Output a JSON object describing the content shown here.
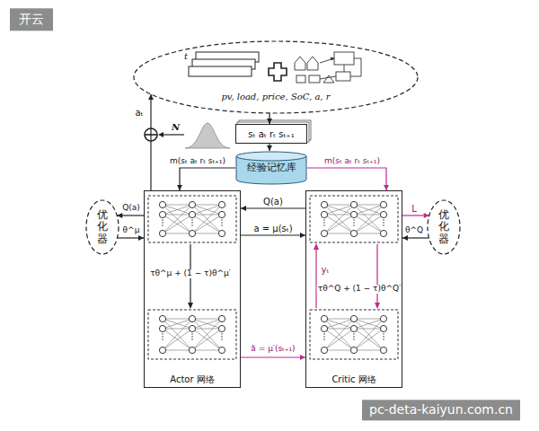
{
  "diagram": {
    "nodes": [
      {
        "text": [
          "t",
          "pv, load, price, SoC, a, r"
        ]
      },
      {
        "text": [
          "N"
        ]
      },
      {
        "text": [
          "sₜ aₜ rₜ sₜ₊₁"
        ]
      },
      {
        "text": [
          "经验记忆库"
        ]
      },
      {
        "text": [
          "优化器"
        ]
      },
      {
        "text": [
          "Actor 网络"
        ]
      },
      {
        "text": [
          "Critic 网络"
        ]
      },
      {
        "text": [
          "优化器"
        ]
      }
    ],
    "edges": [
      {
        "from": 5,
        "to": 0,
        "label": "aₜ",
        "arrow": "to"
      },
      {
        "from": 0,
        "to": 2,
        "arrow": "to"
      },
      {
        "from": 2,
        "to": 3,
        "arrow": "to"
      },
      {
        "from": 3,
        "to": 5,
        "label": "m(sₜ aₜ rₜ sₜ₊₁)",
        "arrow": "to"
      },
      {
        "from": 3,
        "to": 6,
        "label": "m(sₜ aₜ rₜ sₜ₊₁)",
        "arrow": "to"
      },
      {
        "from": 6,
        "to": 5,
        "label": "Q(a)",
        "arrow": "to"
      },
      {
        "from": 5,
        "to": 6,
        "label": "a = μ(sₜ)",
        "arrow": "to"
      },
      {
        "from": 5,
        "to": 6,
        "label": "ã = μ′(sₜ₊₁)",
        "arrow": "to"
      },
      {
        "from": 5,
        "to": 4,
        "label": "Q(a)",
        "arrow": "to"
      },
      {
        "from": 4,
        "to": 5,
        "label": "θ^μ",
        "arrow": "to"
      },
      {
        "from": 6,
        "to": 7,
        "label": "L",
        "arrow": "to"
      },
      {
        "from": 7,
        "to": 6,
        "label": "θ^Q",
        "arrow": "to"
      }
    ],
    "labels": [
      "开云",
      "τθ^μ + (1 − τ)θ^μ′",
      "yₜ",
      "τθ^Q + (1 − τ)θ^Q′",
      "pc-deta-kaiyun.com.cn"
    ]
  }
}
